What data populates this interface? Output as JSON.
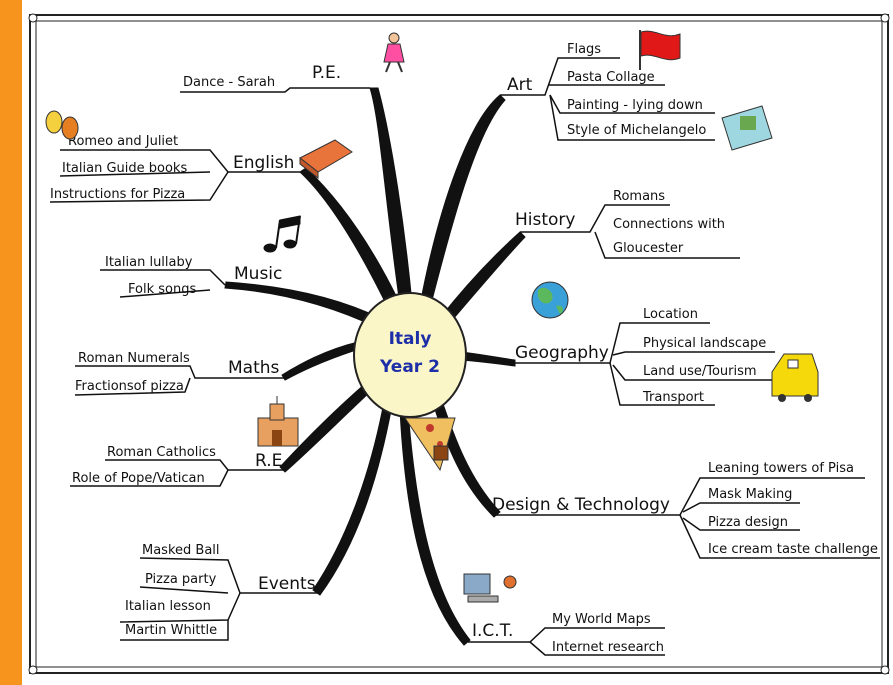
{
  "center": {
    "line1": "Italy",
    "line2": "Year 2"
  },
  "branches": {
    "pe": {
      "label": "P.E.",
      "items": [
        "Dance - Sarah"
      ]
    },
    "english": {
      "label": "English",
      "items": [
        "Romeo and Juliet",
        "Italian Guide books",
        "Instructions for Pizza"
      ]
    },
    "music": {
      "label": "Music",
      "items": [
        "Italian lullaby",
        "Folk songs"
      ]
    },
    "maths": {
      "label": "Maths",
      "items": [
        "Roman Numerals",
        "Fractionsof pizza"
      ]
    },
    "re": {
      "label": "R.E",
      "items": [
        "Roman Catholics",
        "Role of Pope/Vatican"
      ]
    },
    "events": {
      "label": "Events",
      "items": [
        "Masked Ball",
        "Pizza party",
        "Italian lesson",
        "Martin Whittle"
      ]
    },
    "art": {
      "label": "Art",
      "items": [
        "Flags",
        "Pasta Collage",
        "Painting - lying down",
        "Style of Michelangelo"
      ]
    },
    "history": {
      "label": "History",
      "items": [
        "Romans",
        "Connections with",
        "Gloucester"
      ]
    },
    "geography": {
      "label": "Geography",
      "items": [
        "Location",
        "Physical landscape",
        "Land use/Tourism",
        "Transport"
      ]
    },
    "dt": {
      "label": "Design & Technology",
      "items": [
        "Leaning towers of Pisa",
        "Mask Making",
        "Pizza design",
        "Ice cream taste challenge"
      ]
    },
    "ict": {
      "label": "I.C.T.",
      "items": [
        "My World Maps",
        "Internet research"
      ]
    }
  },
  "icons": [
    "gymnast-icon",
    "masks-icon",
    "book-icon",
    "music-notes-icon",
    "church-icon",
    "flag-icon",
    "painting-icon",
    "globe-icon",
    "taxi-icon",
    "computer-icon",
    "pizza-slice-icon"
  ],
  "colors": {
    "accent_bar": "#f7941d",
    "center_fill": "#fbf6c8",
    "center_text": "#1c2fa8"
  }
}
